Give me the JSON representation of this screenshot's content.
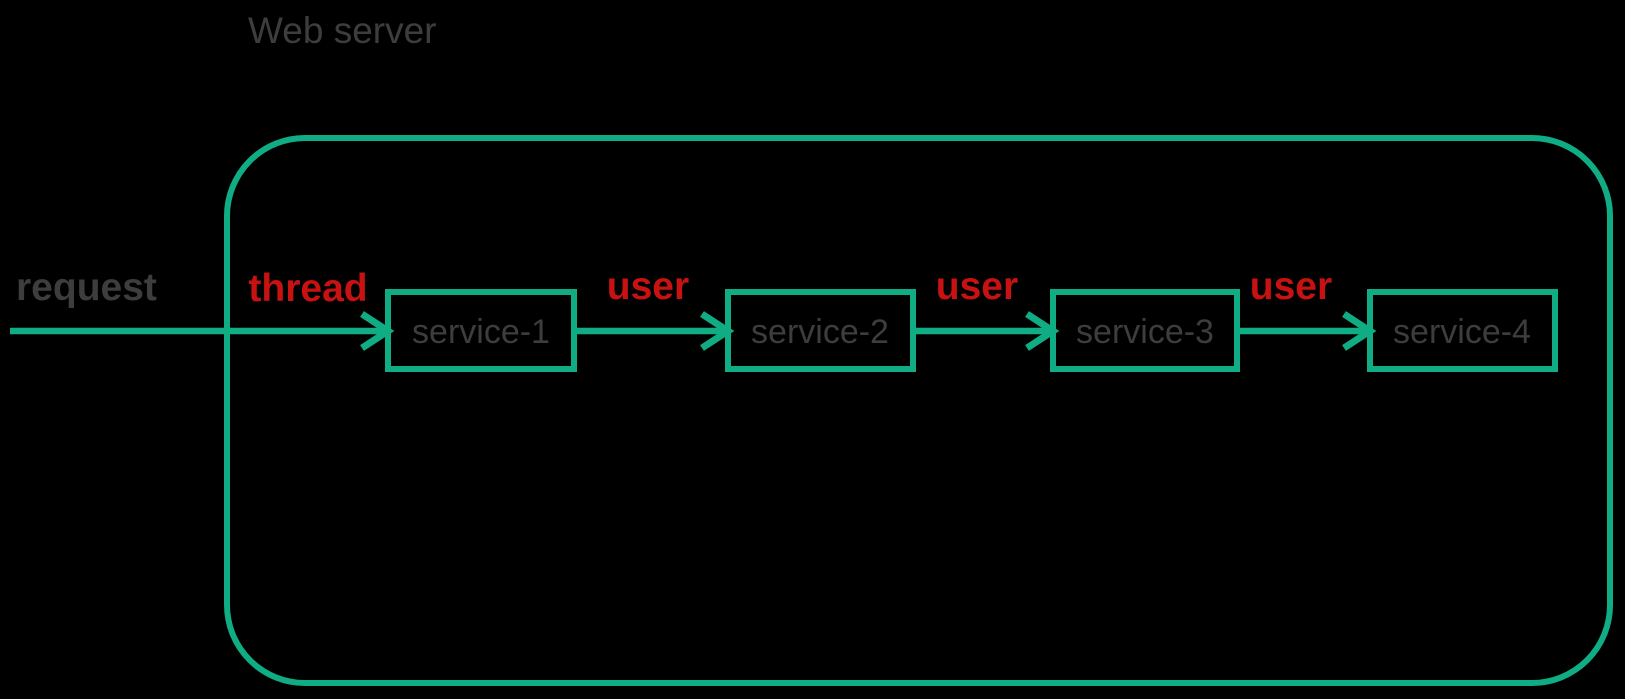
{
  "diagram": {
    "title": "Web server",
    "request_label": "request",
    "edge_labels": [
      "thread",
      "user",
      "user",
      "user"
    ],
    "services": [
      "service-1",
      "service-2",
      "service-3",
      "service-4"
    ],
    "colors": {
      "background": "#000000",
      "green": "#10ac84",
      "red": "#c81212",
      "gray": "#3d3d3d"
    }
  }
}
